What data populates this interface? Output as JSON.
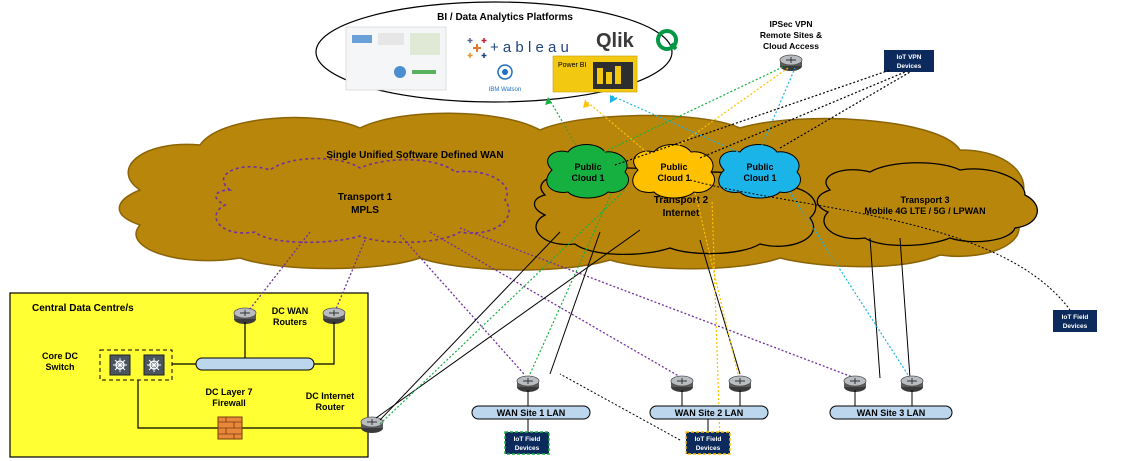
{
  "bi": {
    "title": "BI / Data Analytics Platforms",
    "tableau": "+ a b l e a u",
    "qlik": "Qlik",
    "watson": "IBM Watson",
    "powerbi": "Power BI"
  },
  "ipsec": {
    "line1": "IPSec VPN",
    "line2": "Remote Sites &",
    "line3": "Cloud Access"
  },
  "iot_vpn": {
    "line1": "IoT VPN",
    "line2": "Devices"
  },
  "iot_field_right": {
    "line1": "IoT Field",
    "line2": "Devices"
  },
  "iot_field_site1": {
    "line1": "IoT Field",
    "line2": "Devices"
  },
  "iot_field_site2": {
    "line1": "IoT Field",
    "line2": "Devices"
  },
  "sdwan": {
    "title": "Single Unified Software Defined WAN"
  },
  "transport1": {
    "line1": "Transport 1",
    "line2": "MPLS"
  },
  "transport2": {
    "line1": "Transport 2",
    "line2": "Internet"
  },
  "transport3": {
    "line1": "Transport 3",
    "line2": "Mobile 4G LTE / 5G / LPWAN"
  },
  "clouds": [
    {
      "line1": "Public",
      "line2": "Cloud 1",
      "color": "#16b040"
    },
    {
      "line1": "Public",
      "line2": "Cloud 1",
      "color": "#ffc000"
    },
    {
      "line1": "Public",
      "line2": "Cloud 1",
      "color": "#1ab4e8"
    }
  ],
  "datacentre": {
    "title": "Central Data Centre/s",
    "wan_routers_1": "DC WAN",
    "wan_routers_2": "Routers",
    "core_1": "Core DC",
    "core_2": "Switch",
    "firewall_1": "DC Layer 7",
    "firewall_2": "Firewall",
    "internet_router_1": "DC Internet",
    "internet_router_2": "Router"
  },
  "sites": [
    {
      "label": "WAN Site 1 LAN"
    },
    {
      "label": "WAN Site 2 LAN"
    },
    {
      "label": "WAN Site 3 LAN"
    }
  ],
  "colors": {
    "wan_cloud": "#b8860b",
    "datacentre": "#ffff33",
    "iot_box": "#0d2a5c",
    "mpls_link": "#7030a0",
    "lan_bar": "#bcd6ee"
  }
}
